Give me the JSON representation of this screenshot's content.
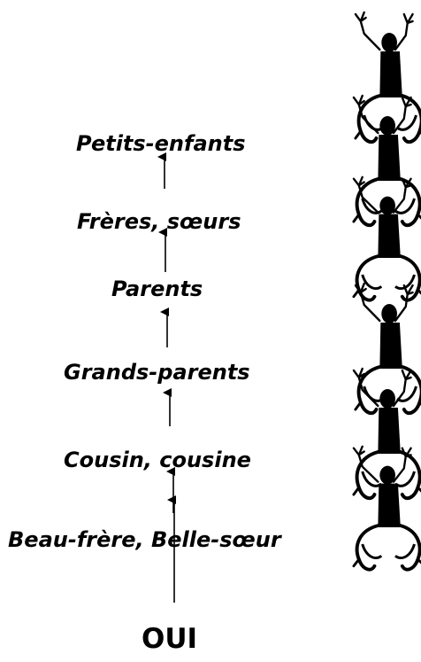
{
  "levels": [
    "Petits-enfants",
    "Frères, sœurs",
    "Parents",
    "Grands-parents",
    "Cousin, cousine",
    "Beau-frère, Belle-sœur"
  ],
  "answer": "OUI",
  "colors": {
    "text": "#000000",
    "arrow": "#000000",
    "figure": "#000000"
  },
  "icon": "stacked-acrobats-icon"
}
